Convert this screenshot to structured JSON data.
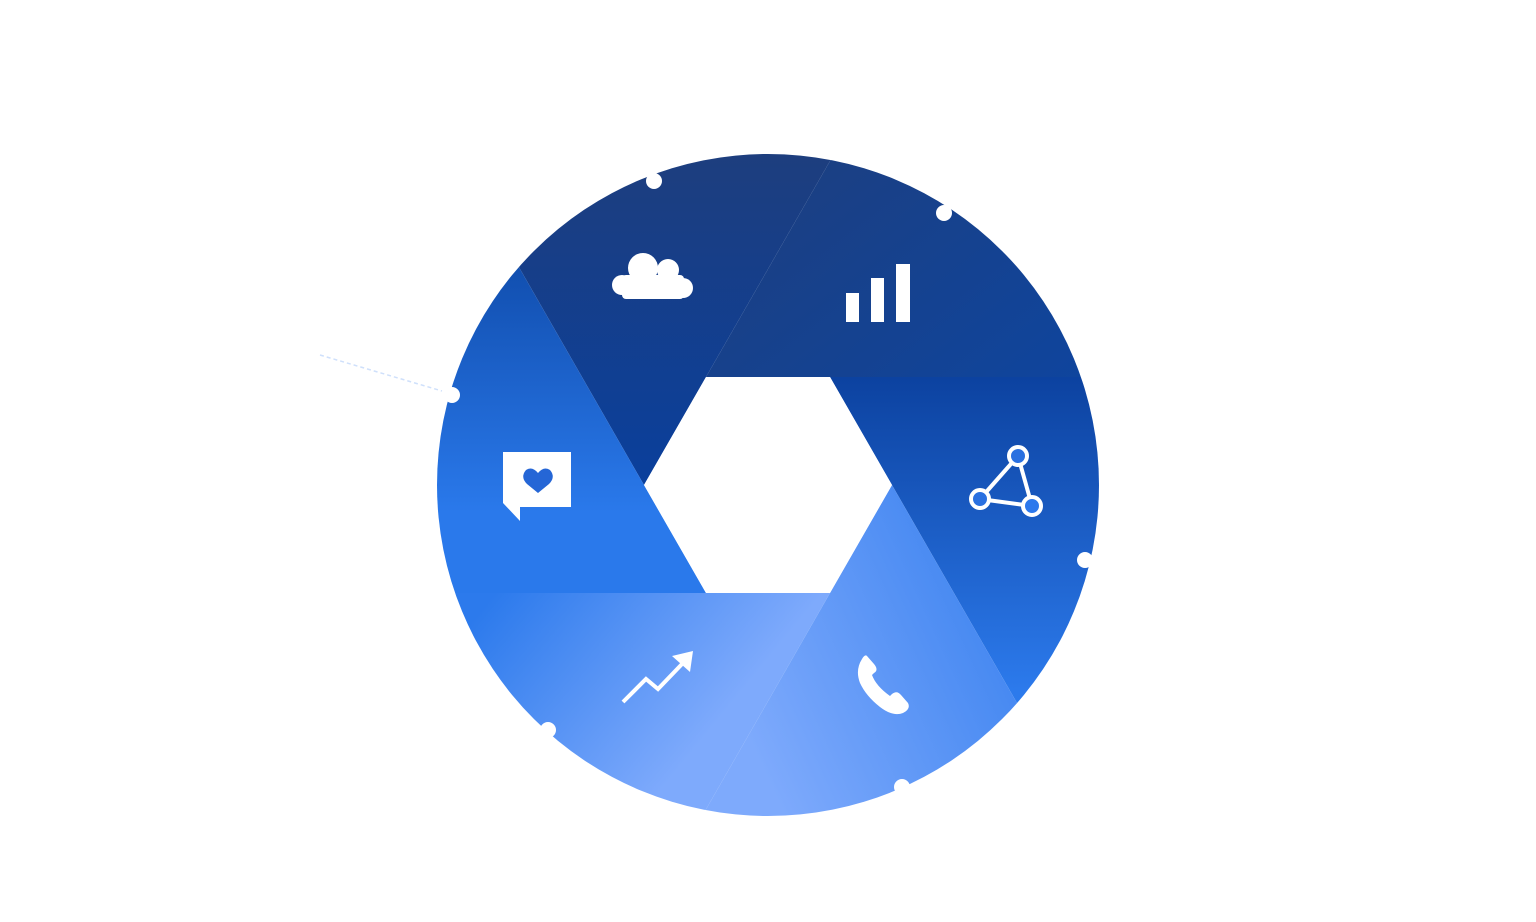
{
  "diagram": {
    "type": "hexagonal-shutter-cycle",
    "segments": [
      {
        "id": "cloud",
        "icon": "cloud-icon"
      },
      {
        "id": "signal",
        "icon": "bar-chart-icon"
      },
      {
        "id": "network",
        "icon": "network-nodes-icon"
      },
      {
        "id": "phone",
        "icon": "phone-icon"
      },
      {
        "id": "growth",
        "icon": "trending-up-arrow-icon"
      },
      {
        "id": "feedback",
        "icon": "heart-speech-bubble-icon"
      }
    ],
    "colors": {
      "navy": "#223c74",
      "dark_blue": "#0c46a3",
      "blue": "#2c7aec",
      "light_blue": "#7eaafc",
      "connector": "#cfe0fb"
    }
  }
}
